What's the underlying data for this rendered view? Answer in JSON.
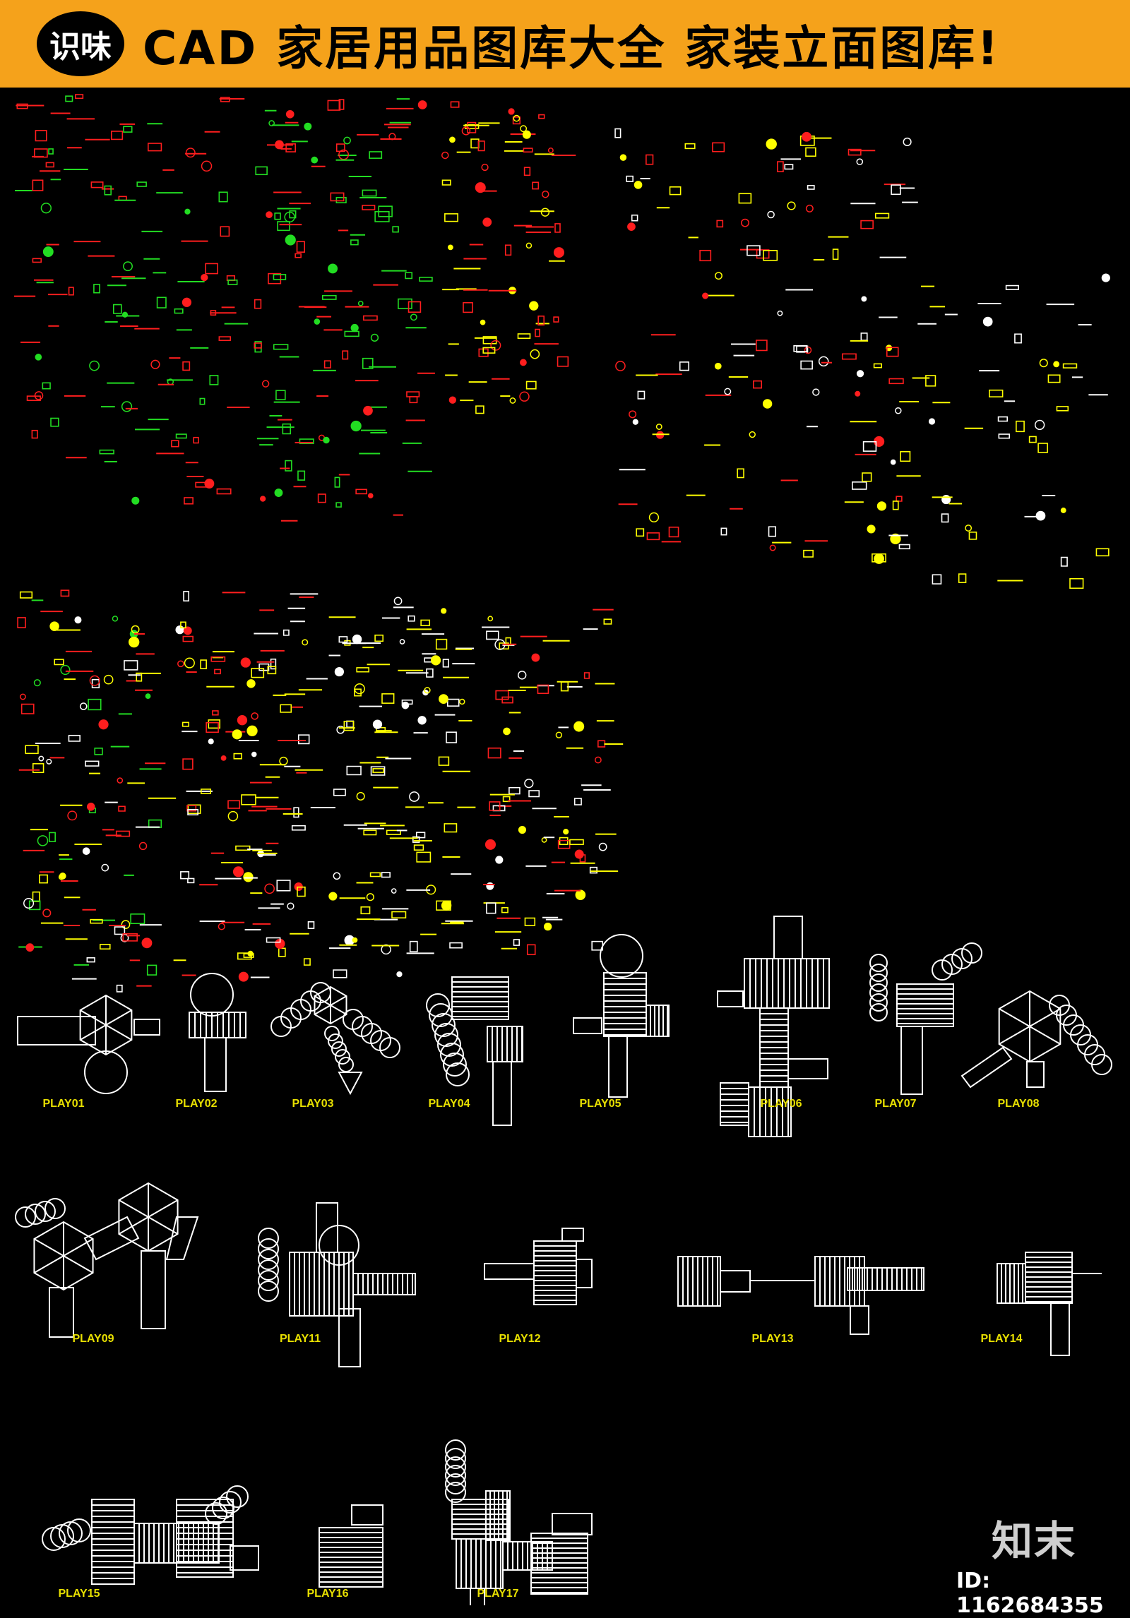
{
  "banner": {
    "logo_text": "识味",
    "title": "CAD 家居用品图库大全 家装立面图库!",
    "background_color": "#f5a21b"
  },
  "canvas": {
    "background_color": "#000000",
    "symbol_colors": [
      "#ff1e1e",
      "#22dd22",
      "#ffff00",
      "#ffffff"
    ],
    "play_labels": [
      "PLAY01",
      "PLAY02",
      "PLAY03",
      "PLAY04",
      "PLAY05",
      "PLAY06",
      "PLAY07",
      "PLAY08",
      "PLAY09",
      "PLAY11",
      "PLAY12",
      "PLAY13",
      "PLAY14",
      "PLAY15",
      "PLAY16",
      "PLAY17"
    ]
  },
  "watermark": {
    "brand": "知末",
    "id_text": "ID: 1162684355"
  }
}
